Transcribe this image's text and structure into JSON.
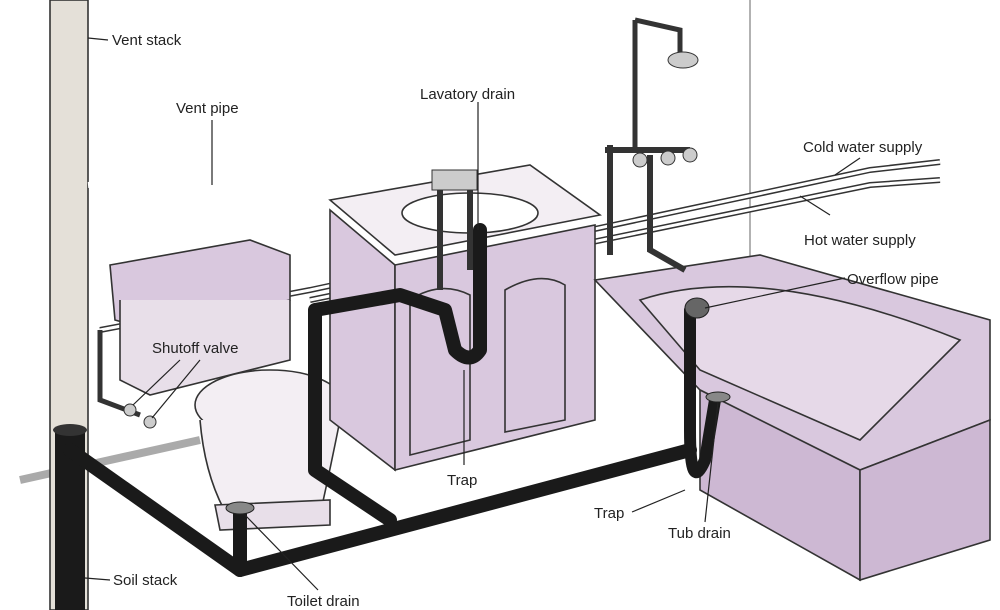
{
  "diagram": {
    "colors": {
      "fixture": "#d9c8de",
      "drain_pipe": "#1a1a1a",
      "stack": "#e4e0d8",
      "background": "#ffffff"
    },
    "labels": {
      "vent_stack": "Vent stack",
      "vent_pipe": "Vent pipe",
      "lavatory_drain": "Lavatory drain",
      "cold_water_supply": "Cold water supply",
      "hot_water_supply": "Hot water supply",
      "overflow_pipe": "Overflow pipe",
      "shutoff_valve": "Shutoff valve",
      "trap_lavatory": "Trap",
      "trap_tub": "Trap",
      "tub_drain": "Tub drain",
      "soil_stack": "Soil stack",
      "toilet_drain": "Toilet drain"
    }
  }
}
